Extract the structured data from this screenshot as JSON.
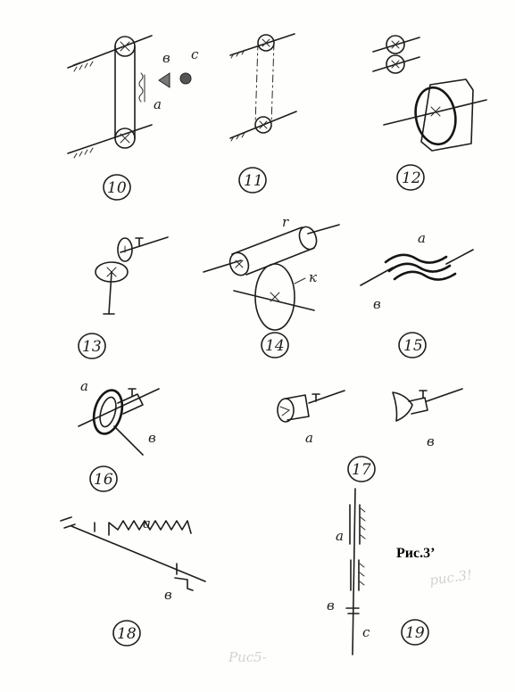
{
  "figure": {
    "caption": "Рис.3’",
    "faint_marks": [
      "рис.3!",
      "Рис5-"
    ],
    "items": [
      {
        "number": "10",
        "labels": [
          "в",
          "c",
          "a"
        ]
      },
      {
        "number": "11",
        "labels": []
      },
      {
        "number": "12",
        "labels": []
      },
      {
        "number": "13",
        "labels": []
      },
      {
        "number": "14",
        "labels": [
          "r",
          "к"
        ]
      },
      {
        "number": "15",
        "labels": [
          "a",
          "в"
        ]
      },
      {
        "number": "16",
        "labels": [
          "a",
          "в"
        ]
      },
      {
        "number": "17",
        "labels": [
          "a",
          "в"
        ]
      },
      {
        "number": "18",
        "labels": [
          "a",
          "в"
        ]
      },
      {
        "number": "19",
        "labels": [
          "a",
          "в",
          "c"
        ]
      }
    ]
  }
}
